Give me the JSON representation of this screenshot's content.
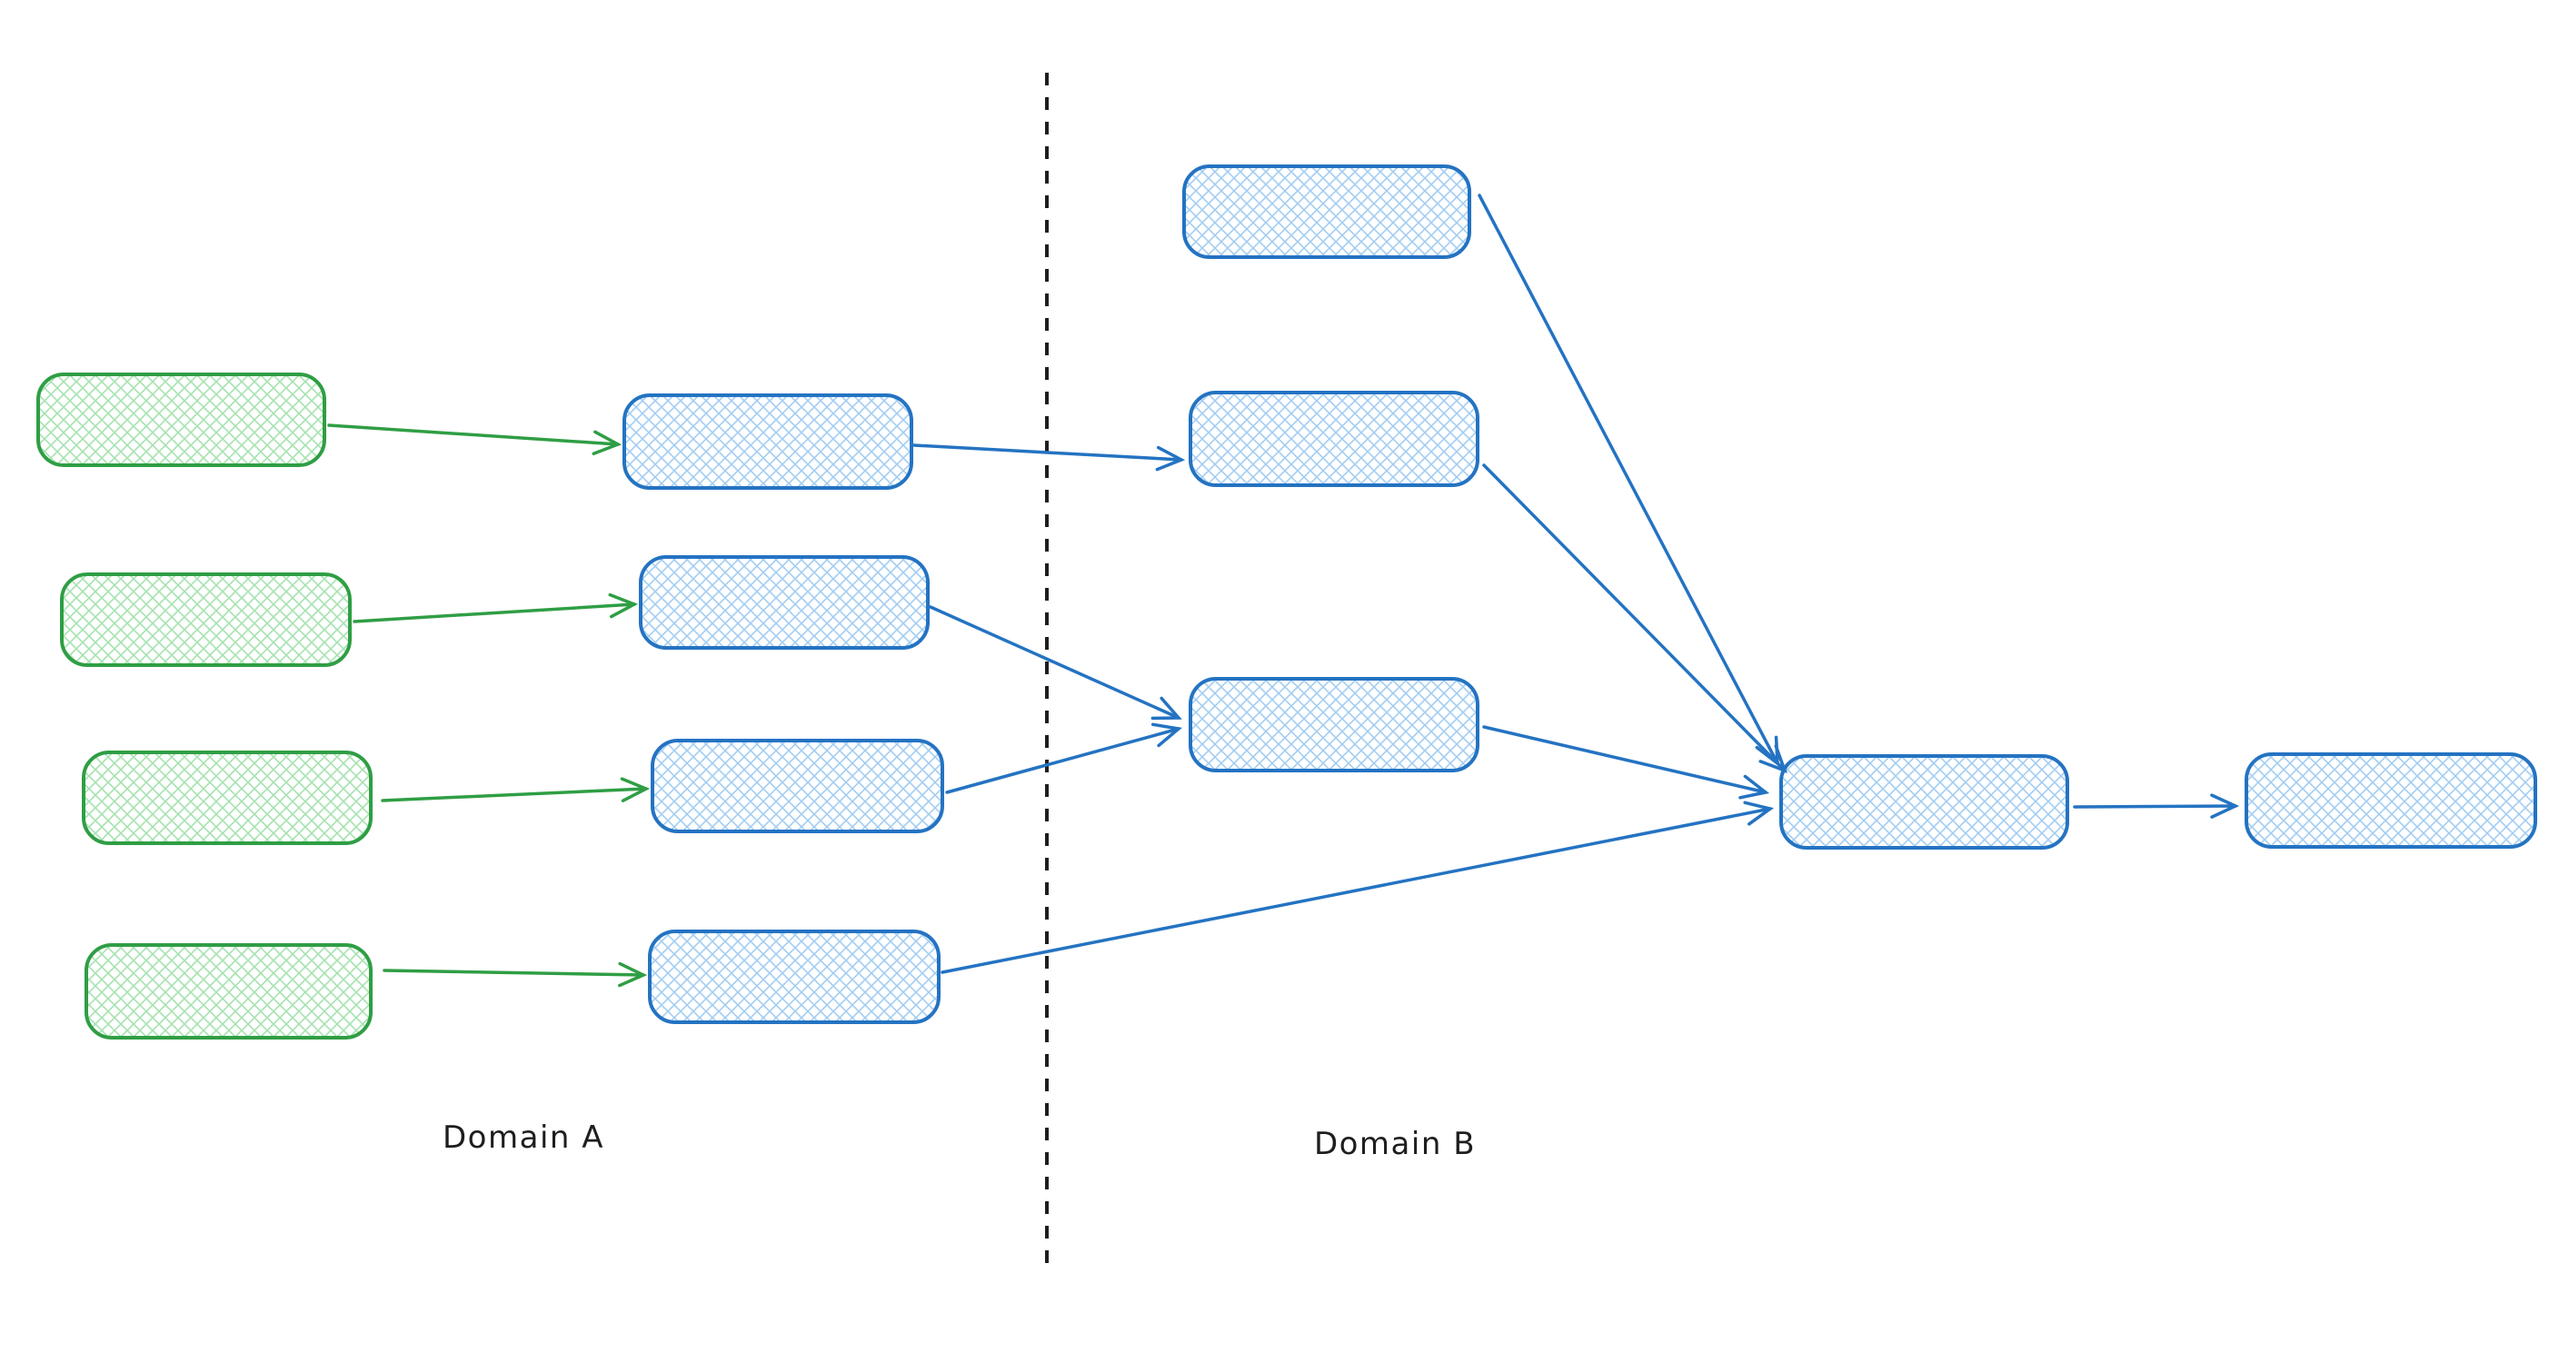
{
  "page": {
    "background": "#ffffff"
  },
  "diagram": {
    "labels": {
      "domain_a": "Domain A",
      "domain_b": "Domain B"
    },
    "colors": {
      "green_stroke": "#2f9e44",
      "green_hatch": "#a6e2b0",
      "blue_stroke": "#2473c2",
      "blue_hatch": "#a3cdf2",
      "divider": "#1e1e1e",
      "label_text": "#1e1e1e",
      "background": "#ffffff"
    },
    "nodes": [
      {
        "id": "domain-a-source-1",
        "shape": "rounded-rectangle",
        "fill": "green",
        "label": ""
      },
      {
        "id": "domain-a-source-2",
        "shape": "rounded-rectangle",
        "fill": "green",
        "label": ""
      },
      {
        "id": "domain-a-source-3",
        "shape": "rounded-rectangle",
        "fill": "green",
        "label": ""
      },
      {
        "id": "domain-a-source-4",
        "shape": "rounded-rectangle",
        "fill": "green",
        "label": ""
      },
      {
        "id": "domain-a-node-1",
        "shape": "rounded-rectangle",
        "fill": "blue",
        "label": ""
      },
      {
        "id": "domain-a-node-2",
        "shape": "rounded-rectangle",
        "fill": "blue",
        "label": ""
      },
      {
        "id": "domain-a-node-3",
        "shape": "rounded-rectangle",
        "fill": "blue",
        "label": ""
      },
      {
        "id": "domain-a-node-4",
        "shape": "rounded-rectangle",
        "fill": "blue",
        "label": ""
      },
      {
        "id": "domain-b-node-1",
        "shape": "rounded-rectangle",
        "fill": "blue",
        "label": ""
      },
      {
        "id": "domain-b-node-2",
        "shape": "rounded-rectangle",
        "fill": "blue",
        "label": ""
      },
      {
        "id": "domain-b-node-3",
        "shape": "rounded-rectangle",
        "fill": "blue",
        "label": ""
      },
      {
        "id": "domain-b-hub",
        "shape": "rounded-rectangle",
        "fill": "blue",
        "label": ""
      },
      {
        "id": "domain-b-output",
        "shape": "rounded-rectangle",
        "fill": "blue",
        "label": ""
      }
    ],
    "edges": [
      {
        "from": "domain-a-source-1",
        "to": "domain-a-node-1",
        "color": "green"
      },
      {
        "from": "domain-a-source-2",
        "to": "domain-a-node-2",
        "color": "green"
      },
      {
        "from": "domain-a-source-3",
        "to": "domain-a-node-3",
        "color": "green"
      },
      {
        "from": "domain-a-source-4",
        "to": "domain-a-node-4",
        "color": "green"
      },
      {
        "from": "domain-a-node-1",
        "to": "domain-b-node-2",
        "color": "blue"
      },
      {
        "from": "domain-a-node-2",
        "to": "domain-b-node-3",
        "color": "blue"
      },
      {
        "from": "domain-a-node-3",
        "to": "domain-b-node-3",
        "color": "blue"
      },
      {
        "from": "domain-a-node-4",
        "to": "domain-b-hub",
        "color": "blue"
      },
      {
        "from": "domain-b-node-1",
        "to": "domain-b-hub",
        "color": "blue"
      },
      {
        "from": "domain-b-node-2",
        "to": "domain-b-hub",
        "color": "blue"
      },
      {
        "from": "domain-b-node-3",
        "to": "domain-b-hub",
        "color": "blue"
      },
      {
        "from": "domain-b-hub",
        "to": "domain-b-output",
        "color": "blue"
      }
    ]
  }
}
